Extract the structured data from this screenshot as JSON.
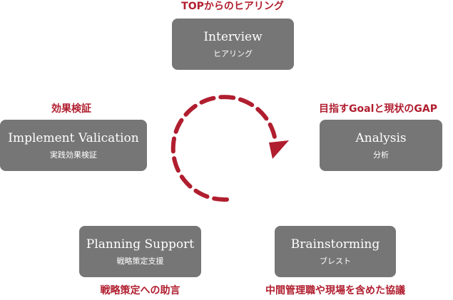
{
  "nodes": {
    "interview": {
      "title": "Interview",
      "subtitle": "ヒアリング",
      "caption": "TOPからのヒアリング"
    },
    "analysis": {
      "title": "Analysis",
      "subtitle": "分析",
      "caption": "目指すGoalと現状のGAP"
    },
    "brainstorming": {
      "title": "Brainstorming",
      "subtitle": "ブレスト",
      "caption": "中間管理職や現場を含めた協議"
    },
    "planning": {
      "title": "Planning Support",
      "subtitle": "戦略策定支援",
      "caption": "戦略策定への助言"
    },
    "implement": {
      "title": "Implement Valication",
      "subtitle": "実践効果検証",
      "caption": "効果検証"
    }
  },
  "colors": {
    "box": "#767676",
    "box_text": "#ffffff",
    "accent": "#b01e2f",
    "background": "#ffffff"
  },
  "cycle": {
    "style": "dashed",
    "direction": "clockwise",
    "arrow": "arrowhead-down-right"
  }
}
